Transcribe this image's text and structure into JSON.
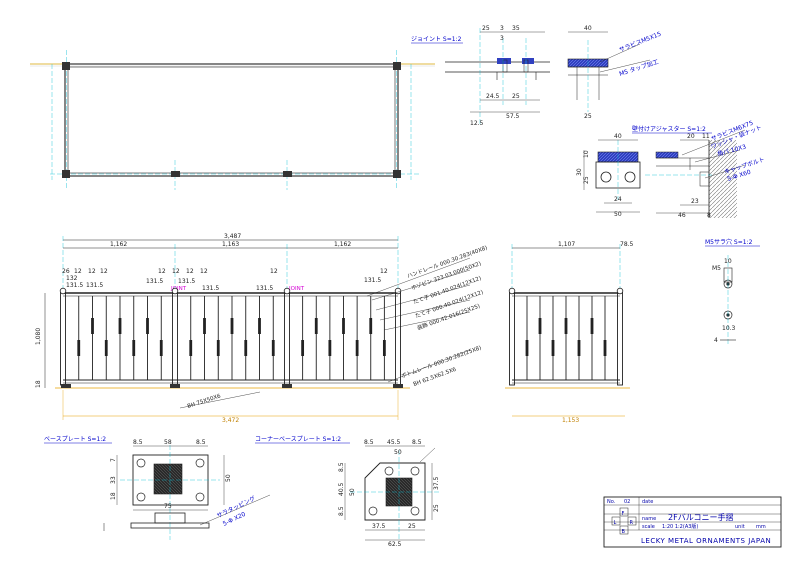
{
  "views": {
    "joint": {
      "title": "ジョイント S=1:2",
      "callout1": "サラビスM5X15",
      "callout2": "M5 タップ加工",
      "dims": [
        "25",
        "3",
        "35",
        "40",
        "3",
        "24.5",
        "25",
        "25",
        "12.5",
        "57.5"
      ]
    },
    "adjuster": {
      "title": "壁付けアジャスター S=1:2",
      "callout1": "サラビスM6X75",
      "callout2": "ワッシャ・袋ナット",
      "callout3": "角パ 10X3",
      "callout4": "キャップボルト",
      "callout5": "5-Φ X60",
      "dims": [
        "40",
        "10",
        "25",
        "30",
        "24",
        "50",
        "20",
        "11",
        "23",
        "46",
        "8"
      ]
    },
    "elevation": {
      "total_width": "3,487",
      "segment_widths": [
        "1,162",
        "1,163",
        "1,162"
      ],
      "height": "1,080",
      "bottom_total": "3,472",
      "base_height": "18",
      "spacing_top": [
        "26",
        "12",
        "12",
        "12",
        "12",
        "12",
        "12",
        "12",
        "12",
        "12"
      ],
      "spacing_mid": [
        "132",
        "131.5",
        "131.5",
        "131.5",
        "131.5",
        "131.5",
        "131.5",
        "131.5"
      ],
      "joint_label": "JOINT",
      "callouts": [
        "ハンドレール 000.30.283(40X8)",
        "ホゾピン 323.03.000(50X2)",
        "たて子 001.40.024(12X12)",
        "たて子 000.40.024(12X12)",
        "装飾 000.42.016(25X25)",
        "ボトムレール 000.30.282(25X8)",
        "BH 62.5X62.5X6",
        "BH 75X50X6"
      ]
    },
    "side": {
      "width": "1,107",
      "right_dim": "78.5",
      "bottom": "1,153"
    },
    "m5hole": {
      "title": "M5サラ穴 S=1:2",
      "label1": "M5",
      "dim1": "10",
      "dim2": "10.3",
      "dim3": "4"
    },
    "baseplate": {
      "title": "ベースプレート S=1:2",
      "dims_top": [
        "8.5",
        "58",
        "8.5"
      ],
      "dim_bottom": "75",
      "dims_left": [
        "7",
        "33",
        "18"
      ],
      "dim_right": "50",
      "callout": "サラタッピング",
      "callout2": "5-Φ X20"
    },
    "corner": {
      "title": "コーナーベースプレート S=1:2",
      "dims_top": [
        "8.5",
        "45.5",
        "8.5"
      ],
      "dim_top2": "50",
      "dims_left": [
        "8.5",
        "40.5",
        "8.5"
      ],
      "dim_left2": "50",
      "dims_right": [
        "37.5",
        "25"
      ],
      "dims_bottom": [
        "37.5",
        "25"
      ],
      "dim_bottom2": "62.5"
    }
  },
  "title_block": {
    "drawing_no_label": "No.",
    "drawing_no": "02",
    "date_label": "date",
    "name_label": "name",
    "name": "2Fバルコニー手摺",
    "scale_label": "scale",
    "scale": "1:20 1:2(A3版)",
    "unit_label": "unit",
    "unit": "mm",
    "marks": [
      "L",
      "F",
      "R",
      "B"
    ],
    "company": "LECKY METAL ORNAMENTS JAPAN"
  },
  "colors": {
    "line": "#222222",
    "center": "#00bcd4",
    "label": "#0000cc",
    "joint": "#d400d4",
    "plan_bg": "#fff8e1",
    "ground": "#e8a000",
    "hatch": "#3333cc"
  }
}
